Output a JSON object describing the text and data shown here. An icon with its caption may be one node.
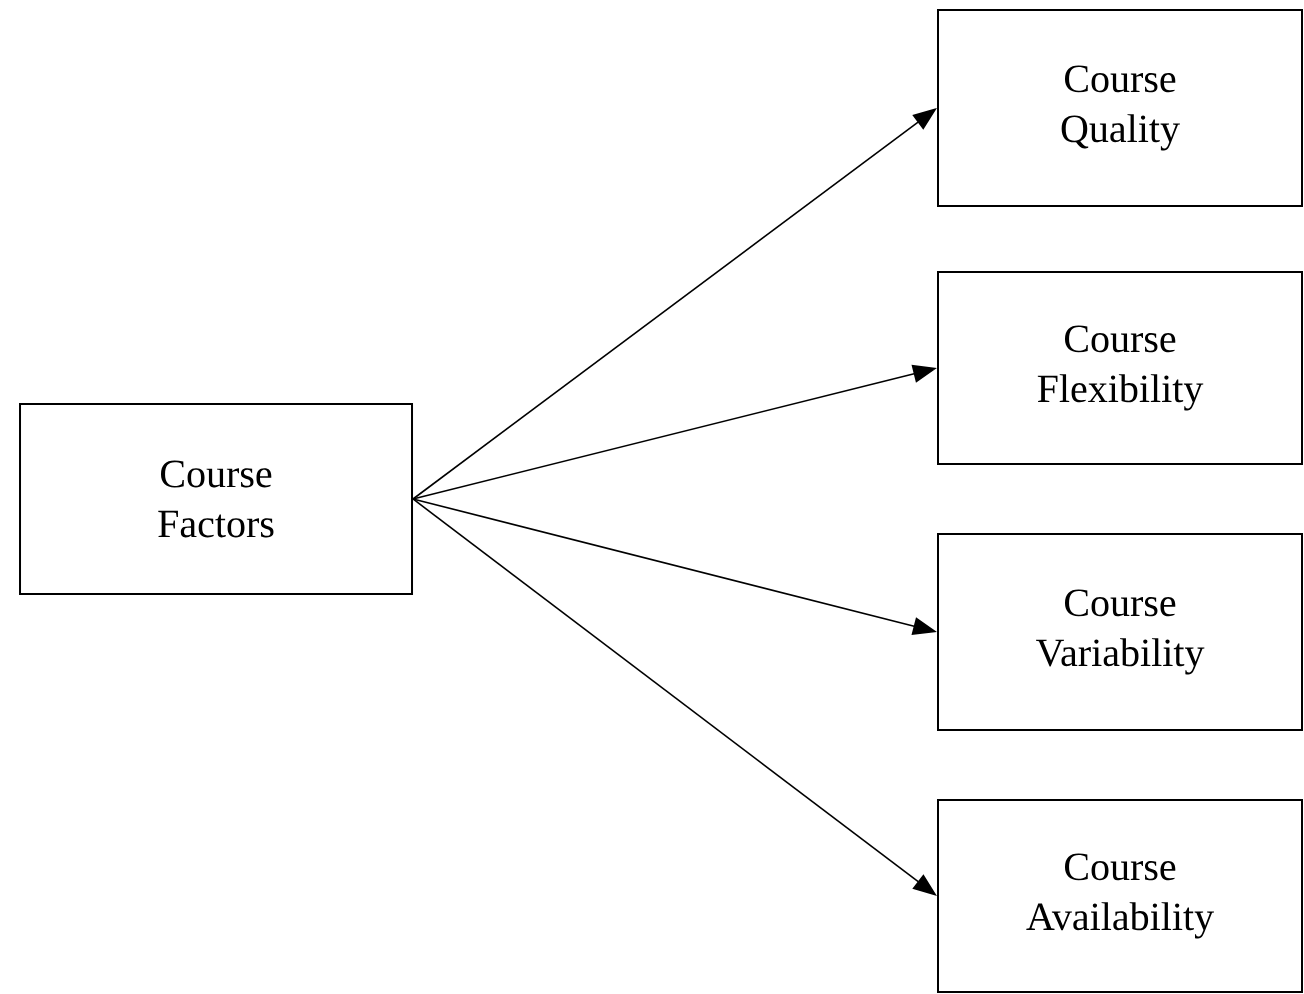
{
  "diagram": {
    "nodes": [
      {
        "text": [
          "Course Factors"
        ]
      },
      {
        "text": [
          "Course Quality"
        ]
      },
      {
        "text": [
          "Course Flexibility"
        ]
      },
      {
        "text": [
          "Course Variability"
        ]
      },
      {
        "text": [
          "Course Availability"
        ]
      }
    ],
    "edges": [
      {
        "from": 0,
        "to": 1,
        "arrow": "to"
      },
      {
        "from": 0,
        "to": 2,
        "arrow": "to"
      },
      {
        "from": 0,
        "to": 3,
        "arrow": "to"
      },
      {
        "from": 0,
        "to": 4,
        "arrow": "to"
      }
    ]
  }
}
